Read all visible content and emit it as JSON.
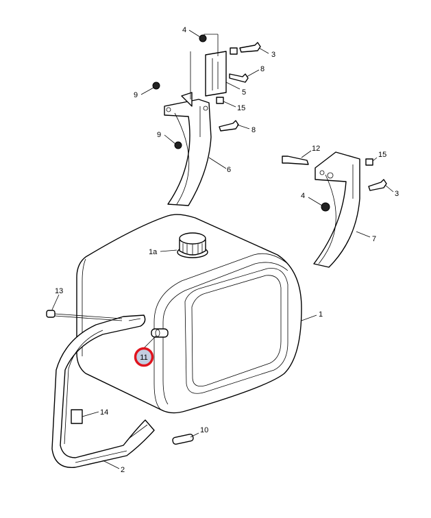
{
  "diagram": {
    "title": "Fuel tank assembly exploded view",
    "labels": {
      "p1": "1",
      "p1a": "1a",
      "p2": "2",
      "p3a": "3",
      "p3b": "3",
      "p4a": "4",
      "p4b": "4",
      "p5": "5",
      "p6": "6",
      "p7": "7",
      "p8a": "8",
      "p8b": "8",
      "p9a": "9",
      "p9b": "9",
      "p10": "10",
      "p11": "11",
      "p12": "12",
      "p13": "13",
      "p14": "14",
      "p15a": "15",
      "p15b": "15"
    },
    "highlighted": "11",
    "colors": {
      "highlight_ring": "#e0141e",
      "highlight_fill": "#c3cde0"
    }
  }
}
